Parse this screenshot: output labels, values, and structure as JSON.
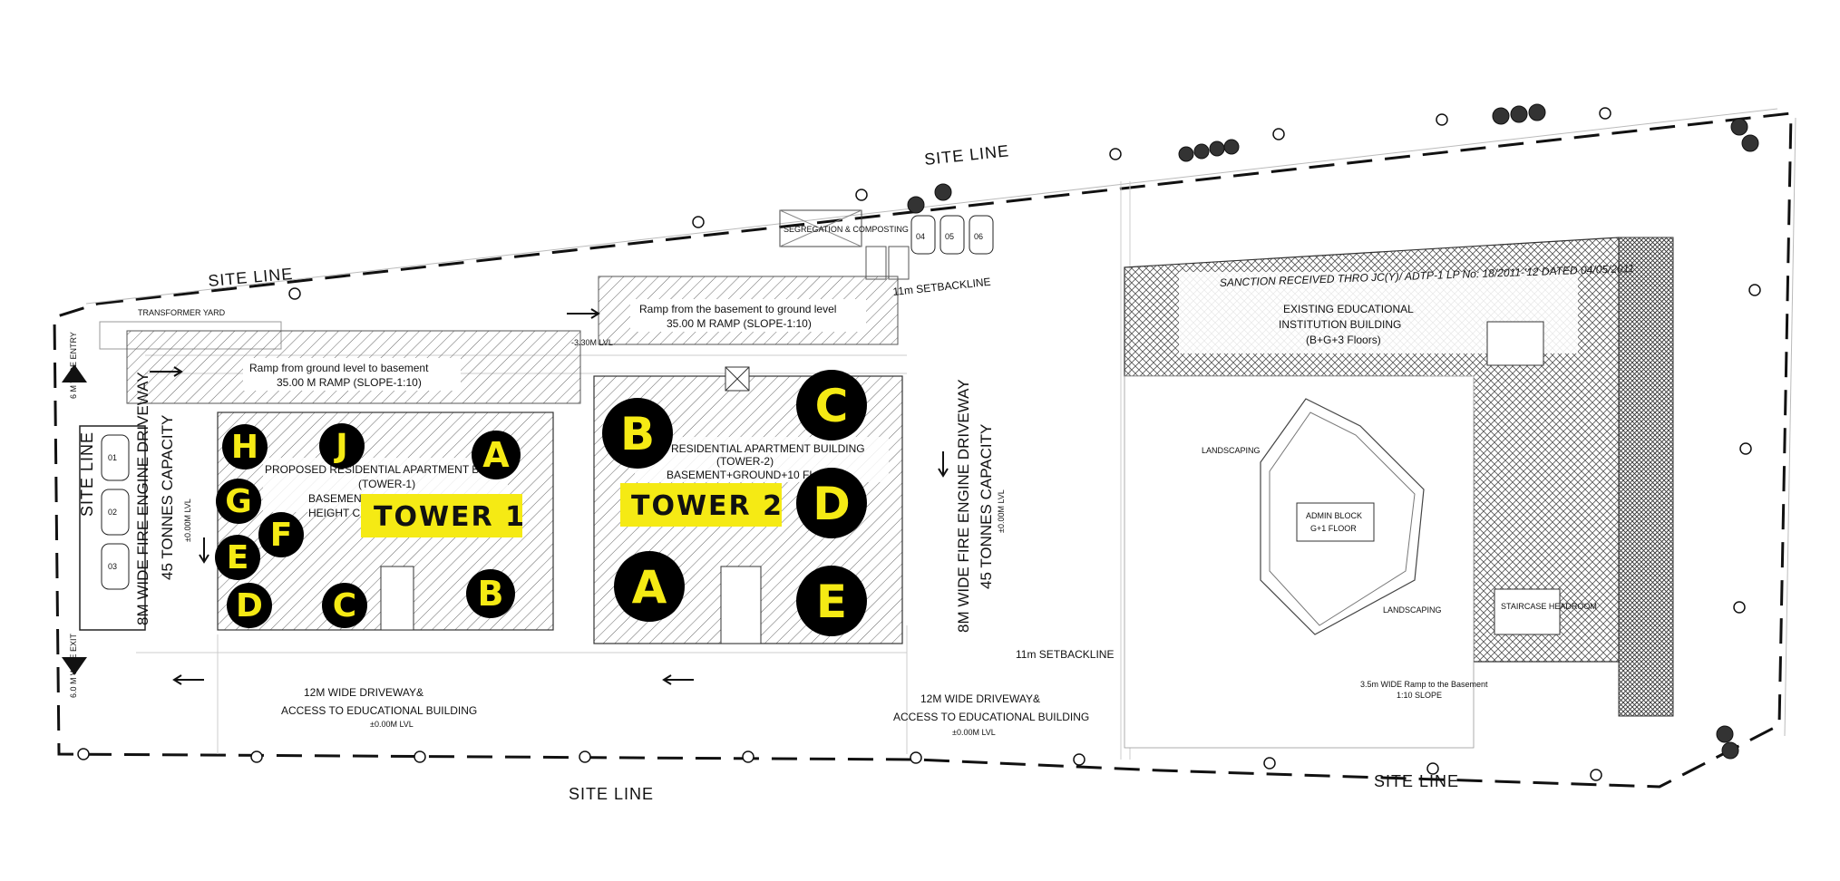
{
  "site": {
    "site_line_labels": [
      "SITE LINE",
      "SITE LINE",
      "SITE LINE",
      "SITE LINE",
      "SITE LINE"
    ],
    "setback_labels": [
      "11m SETBACKLINE",
      "11m SETBACKLINE"
    ],
    "transformer_yard": "TRANSFORMER YARD",
    "segregation_label": "SEGREGATION & COMPOSTING"
  },
  "ramps": {
    "ramp_down_line1": "Ramp from ground level to basement",
    "ramp_down_line2": "35.00 M RAMP (SLOPE-1:10)",
    "ramp_up_line1": "Ramp from the basement to ground level",
    "ramp_up_line2": "35.00 M RAMP (SLOPE-1:10)",
    "lvl_mark": "-3.30M LVL"
  },
  "driveways": {
    "fire_left_line1": "8M WIDE  FIRE ENGINE DRIVEWAY",
    "fire_left_line2": "45 TONNES CAPACITY",
    "fire_mid_line1": "8M WIDE  FIRE ENGINE DRIVEWAY",
    "fire_mid_line2": "45 TONNES CAPACITY",
    "lvl_small": "±0.00M LVL",
    "access_left_line1": "12M WIDE  DRIVEWAY&",
    "access_left_line2": "ACCESS TO EDUCATIONAL BUILDING",
    "access_left_lvl": "±0.00M LVL",
    "access_right_line1": "12M WIDE  DRIVEWAY&",
    "access_right_line2": "ACCESS TO EDUCATIONAL BUILDING",
    "access_right_lvl": "±0.00M LVL",
    "entry": "6 M WIDE ENTRY",
    "exit": "6.0 M WIDE EXIT"
  },
  "tower1": {
    "label": "TOWER 1",
    "desc_line1": "PROPOSED RESIDENTIAL APARTMENT BU",
    "desc_line2": "(TOWER-1)",
    "desc_line3": "BASEMENT",
    "desc_line4": "HEIGHT C",
    "units": [
      "A",
      "B",
      "C",
      "D",
      "E",
      "F",
      "G",
      "H",
      "J"
    ]
  },
  "tower2": {
    "label": "TOWER 2",
    "desc_line1": "ED RESIDENTIAL APARTMENT BUILDING",
    "desc_line2": "(TOWER-2)",
    "desc_line3": "BASEMENT+GROUND+10 FL",
    "units": [
      "A",
      "B",
      "C",
      "D",
      "E"
    ]
  },
  "educational": {
    "sanction": "SANCTION RECEIVED THRO JC(Y)/ ADTP-1  LP No: 18/2011-'12 DATED 04/05/2011",
    "title_line1": "EXISTING EDUCATIONAL",
    "title_line2": "INSTITUTION BUILDING",
    "title_line3": "(B+G+3 Floors)",
    "admin_line1": "ADMIN BLOCK",
    "admin_line2": "G+1 FLOOR",
    "landscaping1": "LANDSCAPING",
    "landscaping2": "LANDSCAPING",
    "staircase": "STAIRCASE HEADROOM",
    "ramp_label": "3.5m WIDE Ramp to the Basement",
    "ramp_slope": "1:10 SLOPE"
  },
  "parking_numbers": [
    "01",
    "02",
    "03",
    "04",
    "05",
    "06"
  ],
  "colors": {
    "unit_circle": "#000000",
    "unit_letter": "#f5ea14",
    "tower_label_bg": "#f5ea14",
    "linework": "#222222"
  }
}
